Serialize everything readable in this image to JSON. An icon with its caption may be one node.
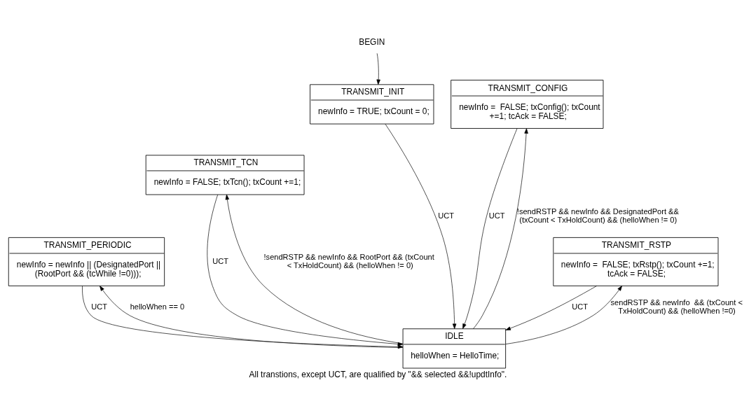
{
  "diagram": {
    "caption": "All transtions, except UCT, are qualified by \"&& selected &&!updtInfo\".",
    "nodes": [
      {
        "text": [
          "BEGIN"
        ]
      },
      {
        "text": [
          "TRANSMIT_INIT",
          "newInfo = TRUE; txCount = 0;"
        ]
      },
      {
        "text": [
          "TRANSMIT_CONFIG",
          "newInfo =  FALSE; txConfig(); txCount +=1; tcAck = FALSE;"
        ]
      },
      {
        "text": [
          "TRANSMIT_TCN",
          "newInfo = FALSE; txTcn(); txCount +=1;"
        ]
      },
      {
        "text": [
          "TRANSMIT_PERIODIC",
          "newInfo = newInfo || (DesignatedPort || (RootPort && (tcWhile !=0)));"
        ]
      },
      {
        "text": [
          "TRANSMIT_RSTP",
          "newInfo =  FALSE; txRstp(); txCount +=1; tcAck = FALSE;"
        ]
      },
      {
        "text": [
          "IDLE",
          "helloWhen = HelloTime;"
        ]
      }
    ],
    "edges": [
      {
        "from": 0,
        "to": 1,
        "arrow": "to"
      },
      {
        "from": 4,
        "to": 6,
        "arrow": "to",
        "label": "UCT"
      },
      {
        "from": 1,
        "to": 6,
        "arrow": "to",
        "label": "UCT"
      },
      {
        "from": 2,
        "to": 6,
        "arrow": "to",
        "label": "UCT"
      },
      {
        "from": 3,
        "to": 6,
        "arrow": "to",
        "label": "UCT"
      },
      {
        "from": 5,
        "to": 6,
        "arrow": "to",
        "label": "UCT"
      },
      {
        "from": 6,
        "to": 4,
        "arrow": "to",
        "label": "helloWhen == 0"
      },
      {
        "from": 6,
        "to": 5,
        "arrow": "to",
        "label": "sendRSTP && newInfo  && (txCount < TxHoldCount) && (helloWhen !=0)"
      },
      {
        "from": 6,
        "to": 3,
        "arrow": "to",
        "label": "!sendRSTP && newInfo && RootPort && (txCount < TxHoldCount) && (helloWhen != 0)"
      },
      {
        "from": 6,
        "to": 2,
        "arrow": "to",
        "label": "!sendRSTP && newInfo && DesignatedPort && (txCount < TxHoldCount) && (helloWhen != 0)"
      }
    ]
  }
}
